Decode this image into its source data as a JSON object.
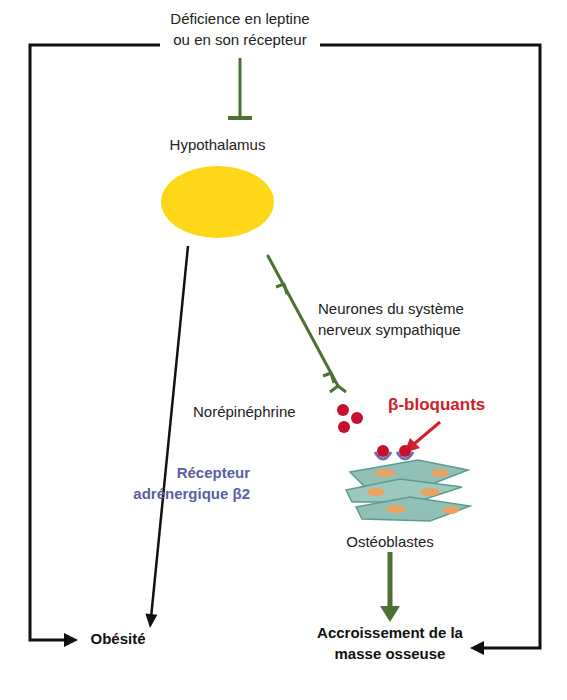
{
  "diagram": {
    "nodes": [
      {
        "text": [
          "Déficience en leptine ou en son récepteur"
        ]
      },
      {
        "text": [
          "Hypothalamus"
        ]
      },
      {
        "text": [
          "Ostéoblastes"
        ]
      },
      {
        "text": [
          "Obésité"
        ]
      },
      {
        "text": [
          "Accroissement de la masse osseuse"
        ]
      }
    ],
    "edges": [
      {
        "from": 0,
        "to": 1,
        "arrow": "to"
      },
      {
        "from": 0,
        "to": 3,
        "arrow": "to"
      },
      {
        "from": 0,
        "to": 4,
        "arrow": "to"
      },
      {
        "from": 1,
        "to": 3,
        "arrow": "to"
      },
      {
        "from": 2,
        "to": 4,
        "arrow": "to"
      }
    ],
    "labels": [
      "Neurones du système nerveux sympathique",
      "Norépinéphrine",
      "β-bloquants",
      "Récepteur adrénergique β2"
    ]
  }
}
